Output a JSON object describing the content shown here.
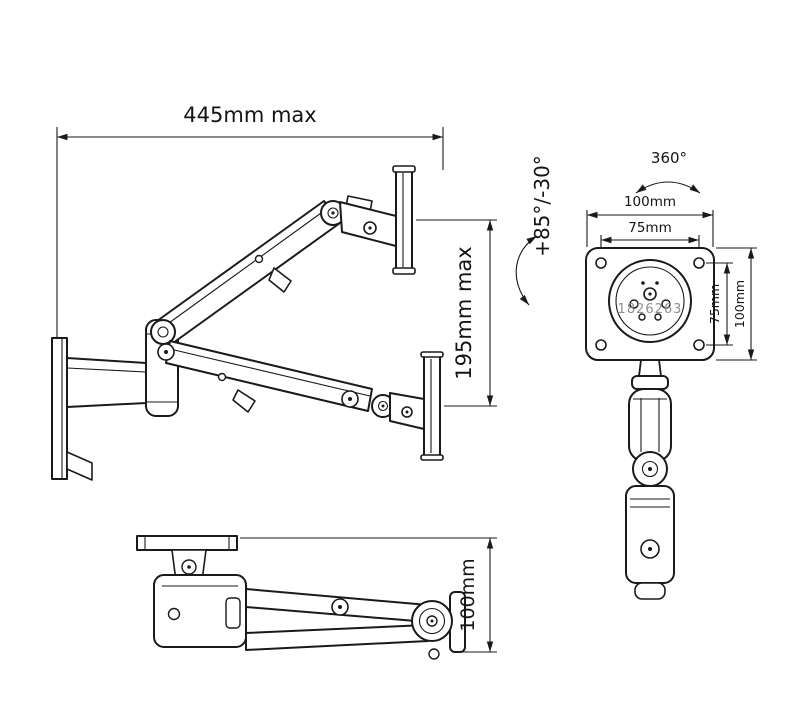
{
  "canvas": {
    "background": "#ffffff",
    "line_color": "#1a1a1a",
    "watermark_color": "#8f8f8f"
  },
  "side_view": {
    "dim_width": "445mm max",
    "dim_height": "195mm max"
  },
  "front_view": {
    "rotation_label": "360°",
    "tilt_label": "+85°/-30°",
    "dim_outer_width": "100mm",
    "dim_inner_width": "75mm",
    "dim_inner_height": "75mm",
    "dim_outer_height": "100mm",
    "watermark": "1826263"
  },
  "top_view": {
    "dim_depth": "100mm"
  }
}
